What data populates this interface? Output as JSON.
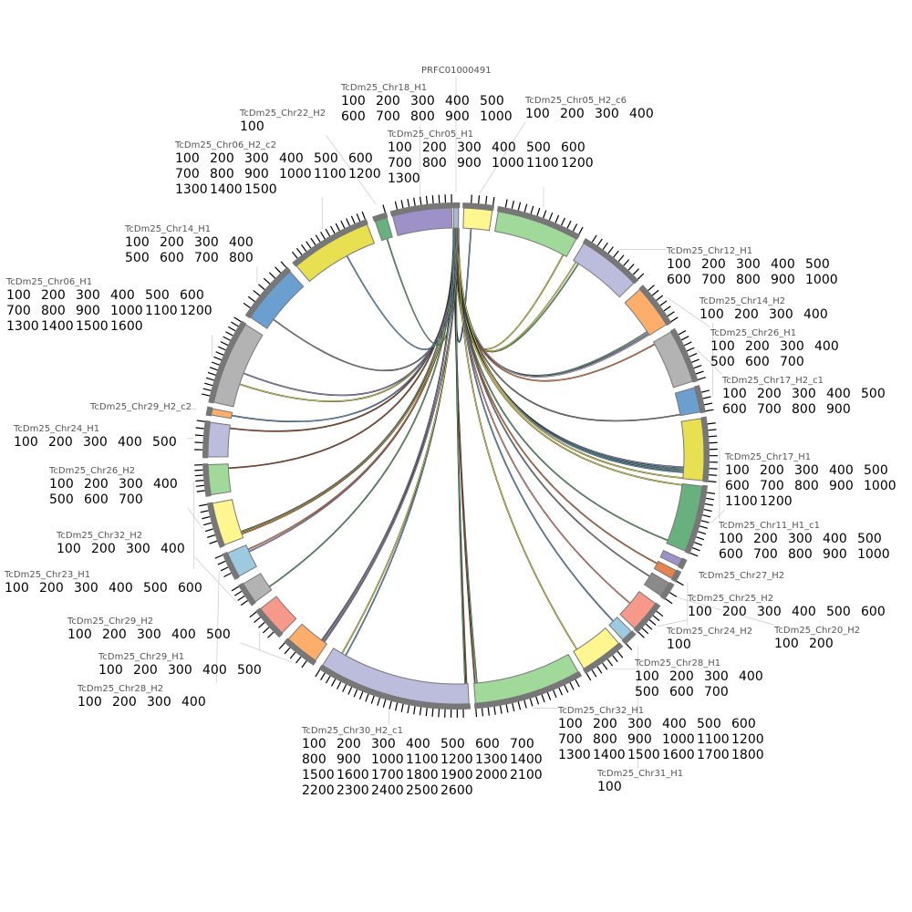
{
  "diagram": {
    "type": "circos",
    "tick_interval_kb": 100,
    "colors": {
      "block_border": "#777777",
      "strip": "#777777",
      "tick": "#000000",
      "label": "#555555"
    },
    "segments": [
      {
        "label": "PRFC01000491",
        "length": 10,
        "color": "#a9bccf"
      },
      {
        "label": "TcDm25_Chr05_H2_c6",
        "length": 400,
        "color": "#fff68f"
      },
      {
        "label": "TcDm25_Chr05_H1",
        "length": 1300,
        "color": "#a1d99b"
      },
      {
        "label": "TcDm25_Chr12_H1",
        "length": 1000,
        "color": "#bcbddc"
      },
      {
        "label": "TcDm25_Chr26_H1",
        "length": 700,
        "color": "#fdae6b"
      },
      {
        "label": "TcDm25_Chr17_H2_c1",
        "length": 900,
        "color": "#b3b3b3"
      },
      {
        "label": "TcDm25_Chr14_H2",
        "length": 400,
        "color": "#6a9fcf"
      },
      {
        "label": "TcDm25_Chr11_H1_c1",
        "length": 1000,
        "color": "#e8e050"
      },
      {
        "label": "TcDm25_Chr17_H1",
        "length": 1200,
        "color": "#69b07f"
      },
      {
        "label": "TcDm25_Chr27_H2",
        "length": 50,
        "color": "#9e91c8"
      },
      {
        "label": "TcDm25_Chr24_H2",
        "length": 100,
        "color": "#e6844f"
      },
      {
        "label": "TcDm25_Chr20_H2",
        "length": 200,
        "color": "#8a8a8a"
      },
      {
        "label": "TcDm25_Chr25_H2",
        "length": 600,
        "color": "#f7998a"
      },
      {
        "label": "TcDm25_Chr31_H1",
        "length": 100,
        "color": "#9ecae1"
      },
      {
        "label": "TcDm25_Chr28_H1",
        "length": 700,
        "color": "#fff68f"
      },
      {
        "label": "TcDm25_Chr32_H1",
        "length": 1800,
        "color": "#a1d99b"
      },
      {
        "label": "TcDm25_Chr30_H2_c1",
        "length": 2600,
        "color": "#bcbddc"
      },
      {
        "label": "TcDm25_Chr29_H2",
        "length": 500,
        "color": "#fdae6b"
      },
      {
        "label": "TcDm25_Chr29_H1",
        "length": 500,
        "color": "#f7998a"
      },
      {
        "label": "TcDm25_Chr32_H2",
        "length": 400,
        "color": "#b3b3b3"
      },
      {
        "label": "TcDm25_Chr28_H2",
        "length": 400,
        "color": "#9ecae1"
      },
      {
        "label": "TcDm25_Chr26_H2",
        "length": 700,
        "color": "#fff68f"
      },
      {
        "label": "TcDm25_Chr23_H1",
        "length": 600,
        "color": "#a1d99b"
      },
      {
        "label": "TcDm25_Chr24_H1",
        "length": 500,
        "color": "#bcbddc"
      },
      {
        "label": "TcDm25_Chr29_H2_c2",
        "length": 30,
        "color": "#fdae6b"
      },
      {
        "label": "TcDm25_Chr06_H1",
        "length": 1600,
        "color": "#b3b3b3"
      },
      {
        "label": "TcDm25_Chr14_H1",
        "length": 800,
        "color": "#6a9fcf"
      },
      {
        "label": "TcDm25_Chr06_H2_c2",
        "length": 1500,
        "color": "#e8e050"
      },
      {
        "label": "TcDm25_Chr22_H2",
        "length": 100,
        "color": "#69b07f"
      },
      {
        "label": "TcDm25_Chr18_H1",
        "length": 1000,
        "color": "#9e91c8"
      }
    ],
    "links": [
      {
        "to": 1,
        "pos": 0.3,
        "color": "#6a9fcf"
      },
      {
        "to": 2,
        "pos": 0.95,
        "color": "#e8e050"
      },
      {
        "to": 3,
        "pos": 0.1,
        "color": "#69b07f"
      },
      {
        "to": 3,
        "pos": 0.05,
        "color": "#e8e050"
      },
      {
        "to": 4,
        "pos": 0.9,
        "color": "#69b07f"
      },
      {
        "to": 4,
        "pos": 0.95,
        "color": "#9e91c8"
      },
      {
        "to": 4,
        "pos": 0.98,
        "color": "#bcbddc"
      },
      {
        "to": 5,
        "pos": 0.05,
        "color": "#e6844f"
      },
      {
        "to": 6,
        "pos": 0.95,
        "color": "#8a8a8a"
      },
      {
        "to": 7,
        "pos": 0.8,
        "color": "#9e91c8"
      },
      {
        "to": 7,
        "pos": 0.83,
        "color": "#6a9fcf"
      },
      {
        "to": 7,
        "pos": 0.86,
        "color": "#69b07f"
      },
      {
        "to": 7,
        "pos": 0.89,
        "color": "#6a9fcf"
      },
      {
        "to": 7,
        "pos": 0.99,
        "color": "#e8e050"
      },
      {
        "to": 8,
        "pos": 0.02,
        "color": "#e8e050"
      },
      {
        "to": 8,
        "pos": 0.95,
        "color": "#69b07f"
      },
      {
        "to": 10,
        "pos": 0.3,
        "color": "#e6844f"
      },
      {
        "to": 11,
        "pos": 0.3,
        "color": "#8a8a8a"
      },
      {
        "to": 12,
        "pos": 0.5,
        "color": "#f7998a"
      },
      {
        "to": 13,
        "pos": 0.5,
        "color": "#6a9fcf"
      },
      {
        "to": 14,
        "pos": 0.9,
        "color": "#e8e050"
      },
      {
        "to": 15,
        "pos": 0.97,
        "color": "#69b07f"
      },
      {
        "to": 15,
        "pos": 0.99,
        "color": "#a0522d"
      },
      {
        "to": 16,
        "pos": 0.01,
        "color": "#a0522d"
      },
      {
        "to": 16,
        "pos": 0.02,
        "color": "#69b07f"
      },
      {
        "to": 16,
        "pos": 0.9,
        "color": "#6a9fcf"
      },
      {
        "to": 16,
        "pos": 0.93,
        "color": "#e8e050"
      },
      {
        "to": 17,
        "pos": 0.1,
        "color": "#9e91c8"
      },
      {
        "to": 17,
        "pos": 0.15,
        "color": "#bcbddc"
      },
      {
        "to": 17,
        "pos": 0.2,
        "color": "#8a8a8a"
      },
      {
        "to": 19,
        "pos": 0.2,
        "color": "#69b07f"
      },
      {
        "to": 20,
        "pos": 0.7,
        "color": "#9e91c8"
      },
      {
        "to": 20,
        "pos": 0.8,
        "color": "#e6844f"
      },
      {
        "to": 21,
        "pos": 0.1,
        "color": "#e6844f"
      },
      {
        "to": 21,
        "pos": 0.13,
        "color": "#e8e050"
      },
      {
        "to": 21,
        "pos": 0.16,
        "color": "#8a8a8a"
      },
      {
        "to": 22,
        "pos": 0.85,
        "color": "#a0522d"
      },
      {
        "to": 23,
        "pos": 0.9,
        "color": "#a0522d"
      },
      {
        "to": 24,
        "pos": 0.5,
        "color": "#6a9fcf"
      },
      {
        "to": 25,
        "pos": 0.3,
        "color": "#e8e050"
      },
      {
        "to": 25,
        "pos": 0.45,
        "color": "#9e91c8"
      },
      {
        "to": 26,
        "pos": 0.2,
        "color": "#8a8a8a"
      },
      {
        "to": 27,
        "pos": 0.6,
        "color": "#6a9fcf"
      },
      {
        "to": 28,
        "pos": 0.5,
        "color": "#69b07f"
      }
    ]
  }
}
